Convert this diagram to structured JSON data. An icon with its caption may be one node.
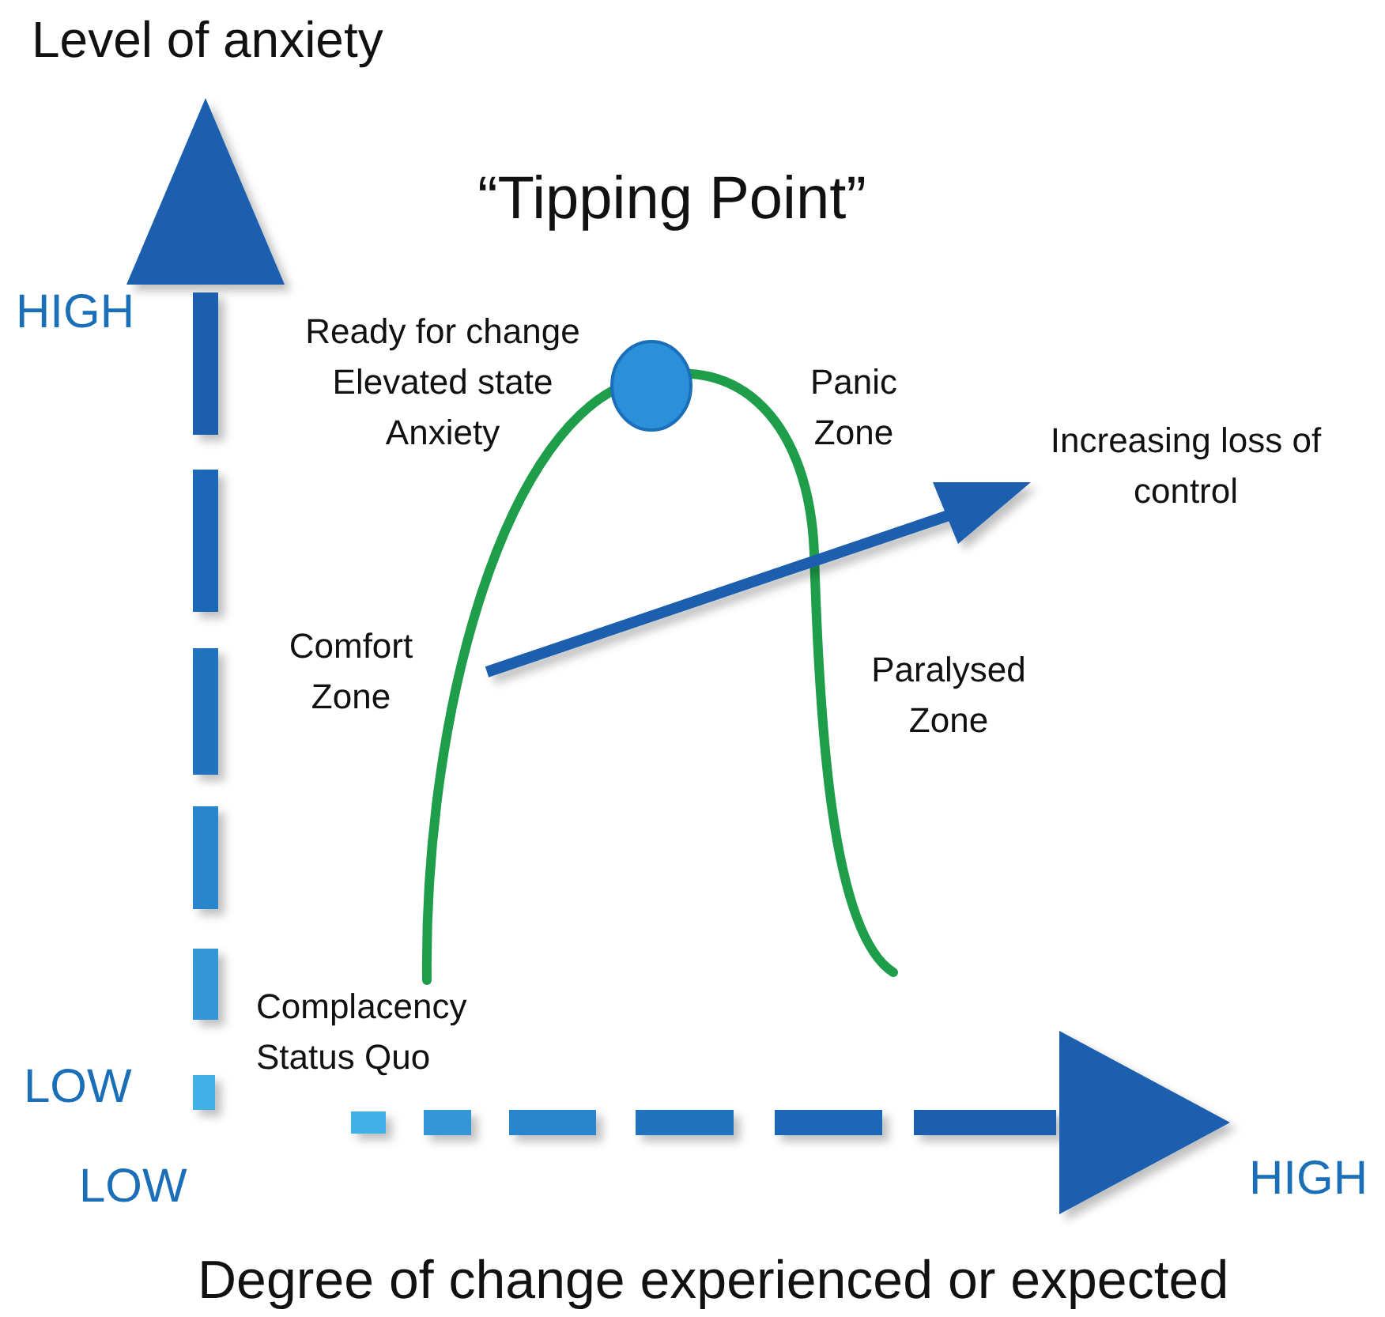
{
  "diagram": {
    "labels": [
      "Level of anxiety",
      "“Tipping Point”",
      "HIGH",
      "Ready for change Elevated state Anxiety",
      "Panic Zone",
      "Increasing loss of control",
      "Comfort Zone",
      "Paralysed Zone",
      "Complacency Status Quo",
      "LOW",
      "LOW",
      "HIGH",
      "Degree of change experienced or expected"
    ]
  }
}
